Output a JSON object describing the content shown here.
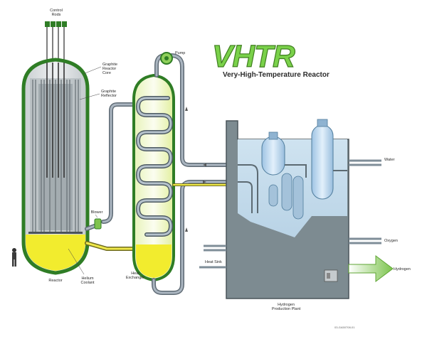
{
  "title": "VHTR",
  "subtitle": "Very-High-Temperature Reactor",
  "labels": {
    "control_rods": [
      "Control",
      "Rods"
    ],
    "graphite_core": [
      "Graphite",
      "Reactor",
      "Core"
    ],
    "graphite_reflector": [
      "Graphite",
      "Reflector"
    ],
    "blower": "Blower",
    "reactor": "Reactor",
    "helium_coolant": [
      "Helium",
      "Coolant"
    ],
    "pump": "Pump",
    "heat_exchanger": [
      "Heat",
      "Exchanger"
    ],
    "water": "Water",
    "oxygen": "Oxygen",
    "hydrogen": "Hydrogen",
    "heat_sink": "Heat Sink",
    "hydrogen_plant": [
      "Hydrogen",
      "Production Plant"
    ],
    "credit": "03-GA50708-01"
  },
  "colors": {
    "vessel_outline": "#2f7d25",
    "coolant": "#f2ec2e",
    "pipe_hot": "#e8e050",
    "pipe_cold": "#9aa7b6",
    "plant_body": "#7d8b91",
    "hydrogen_arrow": "#8fd05a",
    "title": "#7ad14a"
  },
  "icons": [
    "worker-figure-icon",
    "pump-icon",
    "blower-icon",
    "hydrogen-arrow-icon"
  ]
}
